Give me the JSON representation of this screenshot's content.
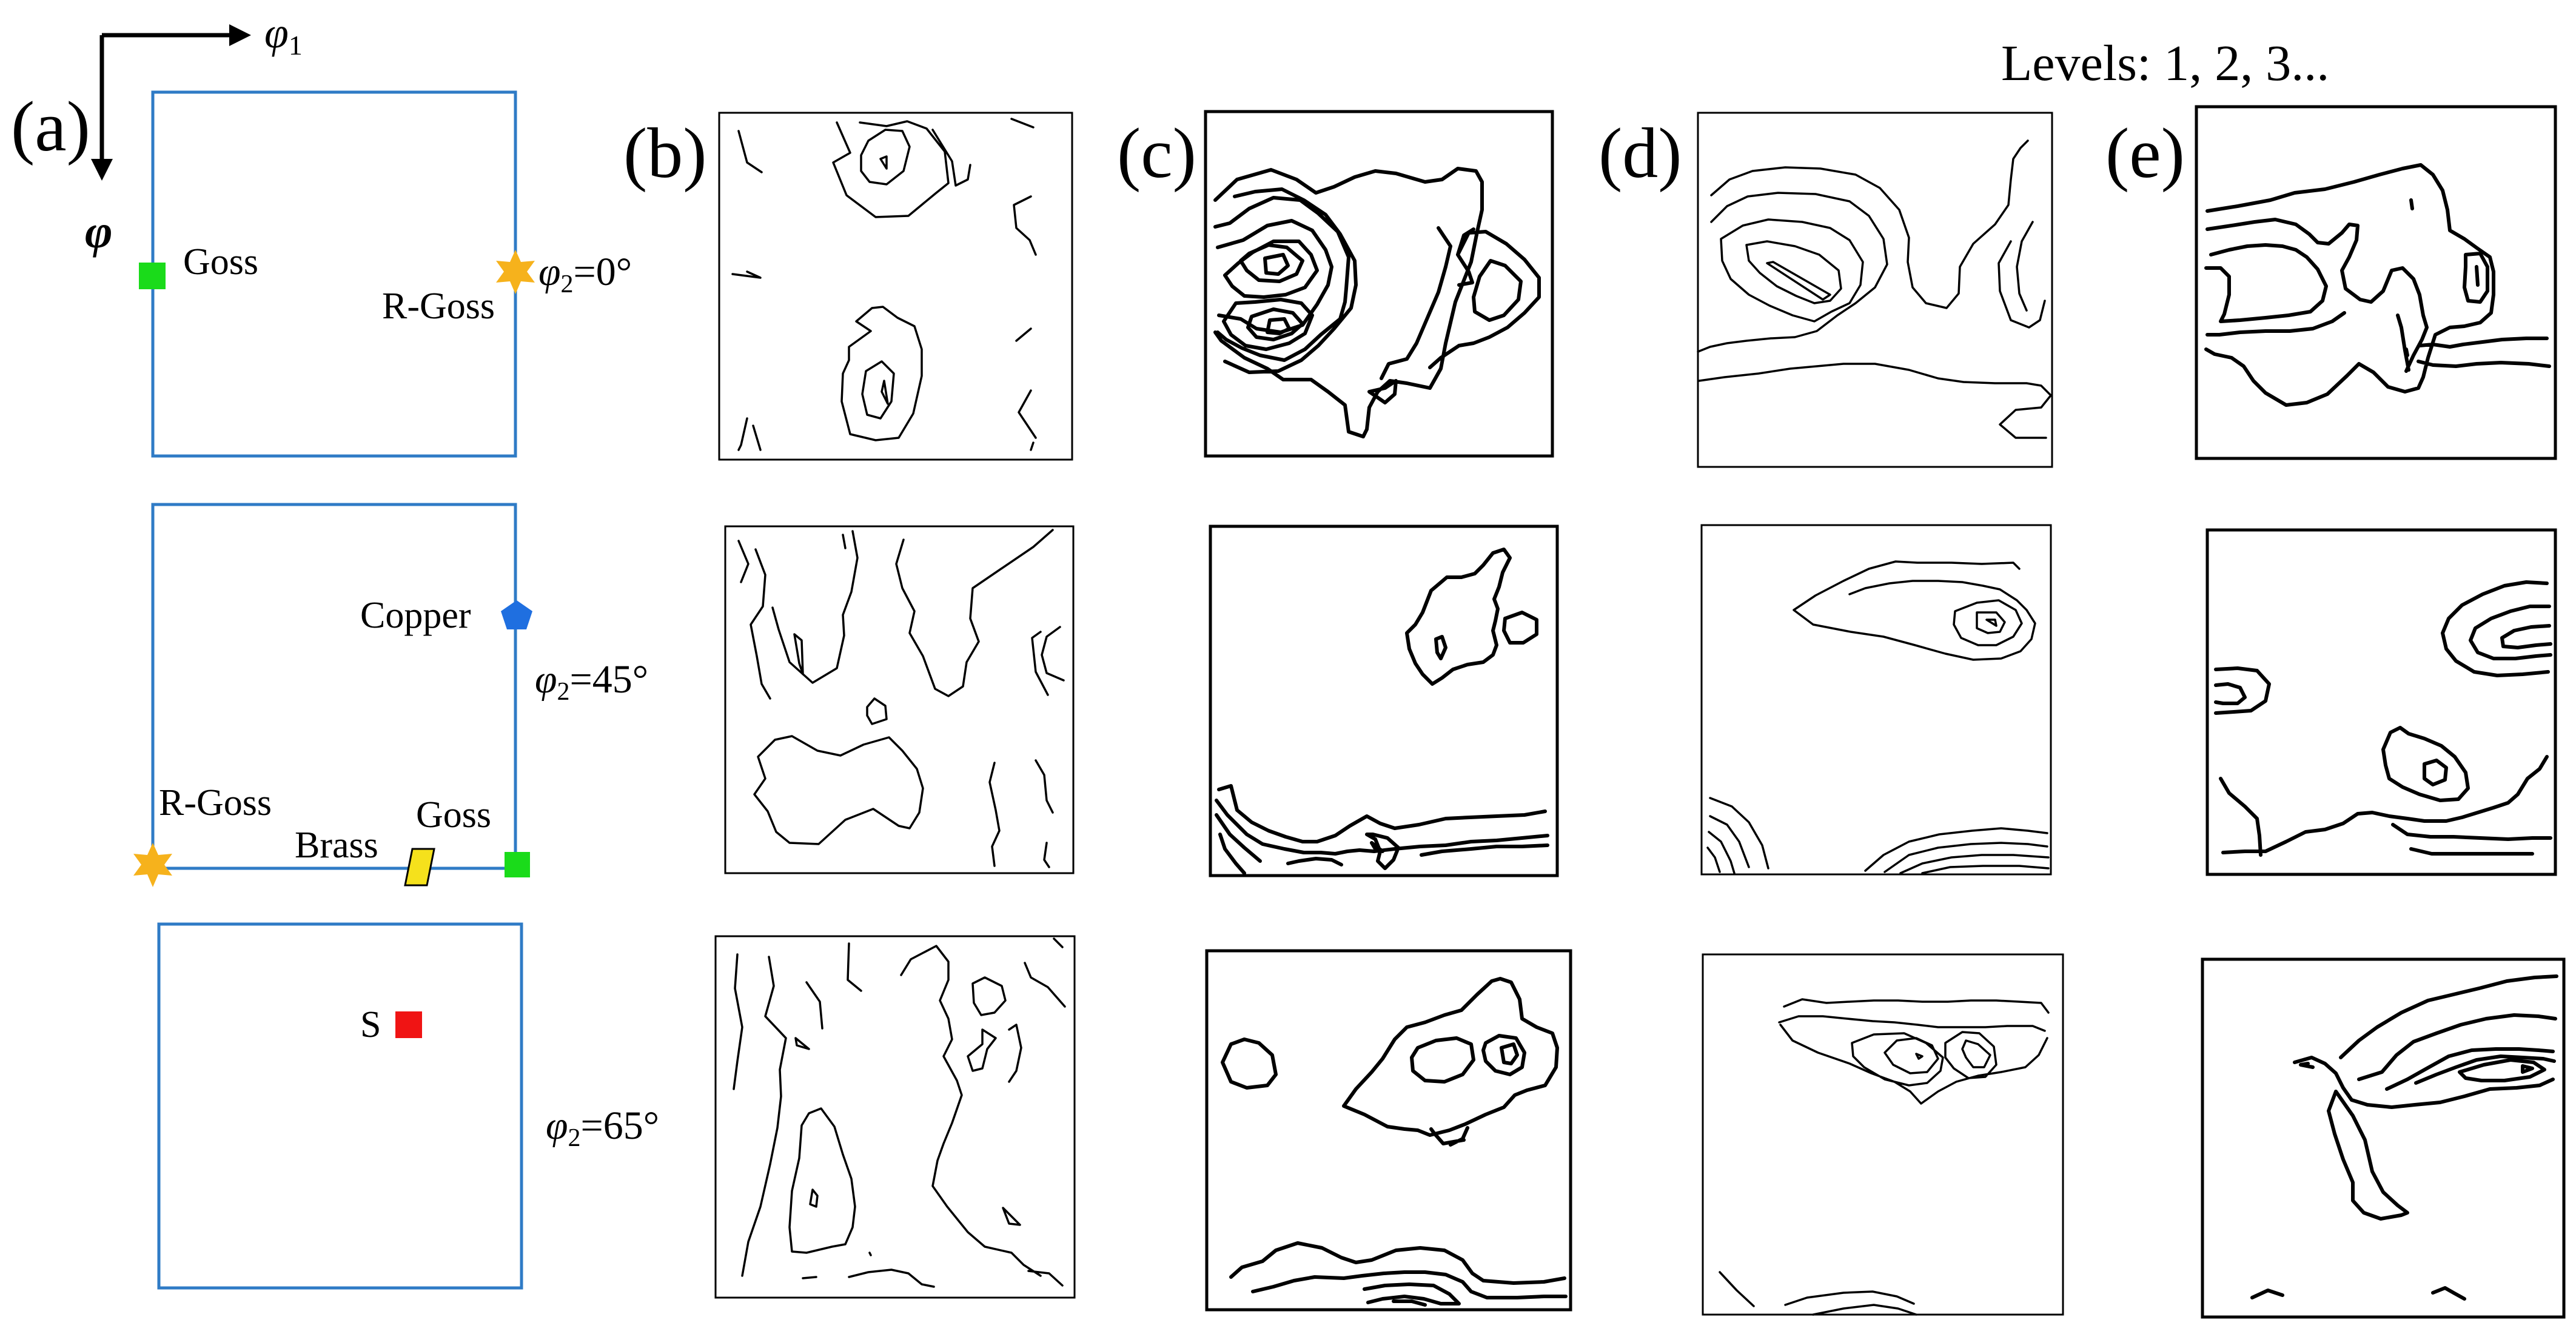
{
  "figure": {
    "levels_label": "Levels:  1,  2,  3...",
    "axes": {
      "phi1": "φ",
      "phi1_sub": "1",
      "phi": "φ"
    },
    "panels": {
      "a": "(a)",
      "b": "(b)",
      "c": "(c)",
      "d": "(d)",
      "e": "(e)"
    },
    "sections": [
      {
        "phi2_symbol": "φ",
        "phi2_sub": "2",
        "phi2_value": "=0°",
        "components": [
          {
            "label": "Goss",
            "marker": "square",
            "color": "#1adb1a"
          },
          {
            "label": "R-Goss",
            "marker": "star",
            "color": "#f6b21c"
          }
        ]
      },
      {
        "phi2_symbol": "φ",
        "phi2_sub": "2",
        "phi2_value": "=45°",
        "components": [
          {
            "label": "Copper",
            "marker": "pentagon",
            "color": "#1f6fe0"
          },
          {
            "label": "R-Goss",
            "marker": "star",
            "color": "#f6b21c"
          },
          {
            "label": "Brass",
            "marker": "parallelogram",
            "color": "#f5e11c"
          },
          {
            "label": "Goss",
            "marker": "square",
            "color": "#1adb1a"
          }
        ]
      },
      {
        "phi2_symbol": "φ",
        "phi2_sub": "2",
        "phi2_value": "=65°",
        "components": [
          {
            "label": "S",
            "marker": "square",
            "color": "#f01414"
          }
        ]
      }
    ],
    "colors": {
      "key_frame": "#2f7bc6",
      "contour": "#000000"
    }
  }
}
